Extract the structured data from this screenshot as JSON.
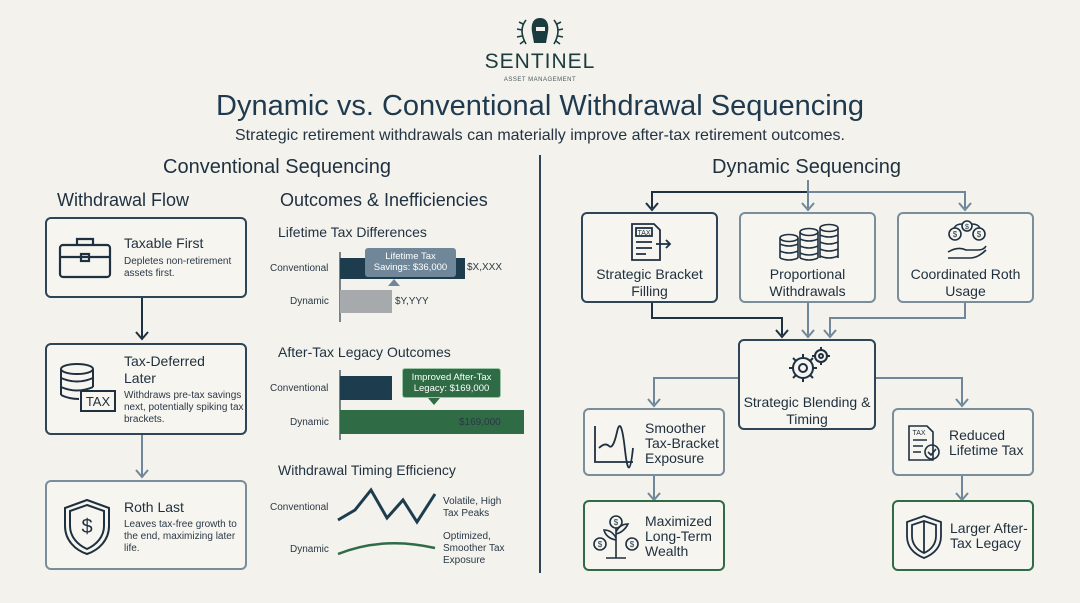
{
  "brand": {
    "name": "SENTINEL",
    "tagline": "ASSET MANAGEMENT",
    "logo_icon": "helmet-laurel-icon"
  },
  "header": {
    "title": "Dynamic vs. Conventional Withdrawal Sequencing",
    "subtitle": "Strategic retirement withdrawals can materially improve after-tax retirement outcomes."
  },
  "conventional": {
    "heading": "Conventional Sequencing",
    "flow_heading": "Withdrawal Flow",
    "steps": [
      {
        "title": "Taxable First",
        "desc": "Depletes non-retirement assets first.",
        "icon": "briefcase-icon"
      },
      {
        "title": "Tax-Deferred Later",
        "desc": "Withdraws pre-tax savings next, potentially spiking tax brackets.",
        "icon": "coin-stack-tax-icon",
        "badge": "TAX"
      },
      {
        "title": "Roth Last",
        "desc": "Leaves tax-free growth to the end, maximizing later life.",
        "icon": "shield-dollar-icon"
      }
    ],
    "outcomes_heading": "Outcomes & Inefficiencies",
    "charts": [
      {
        "title": "Lifetime Tax Differences",
        "rows": [
          {
            "label": "Conventional",
            "value_text": "$X,XXX"
          },
          {
            "label": "Dynamic",
            "value_text": "$Y,YYY"
          }
        ],
        "callout": "Lifetime Tax Savings: $36,000"
      },
      {
        "title": "After-Tax Legacy Outcomes",
        "rows": [
          {
            "label": "Conventional",
            "value_text": ""
          },
          {
            "label": "Dynamic",
            "value_text": "$169,000"
          }
        ],
        "callout": "Improved After-Tax Legacy: $169,000"
      },
      {
        "title": "Withdrawal Timing Efficiency",
        "rows": [
          {
            "label": "Conventional",
            "note": "Volatile, High Tax Peaks"
          },
          {
            "label": "Dynamic",
            "note": "Optimized, Smoother Tax Exposure"
          }
        ]
      }
    ]
  },
  "dynamic": {
    "heading": "Dynamic Sequencing",
    "strategies": [
      {
        "title": "Strategic Bracket Filling",
        "icon": "tax-document-icon"
      },
      {
        "title": "Proportional Withdrawals",
        "icon": "coin-stacks-icon"
      },
      {
        "title": "Coordinated Roth Usage",
        "icon": "hand-coins-cycle-icon"
      }
    ],
    "hub": {
      "title": "Strategic Blending & Timing",
      "icon": "gears-icon"
    },
    "results": [
      {
        "title": "Smoother Tax-Bracket Exposure",
        "icon": "line-chart-icon"
      },
      {
        "title": "Reduced Lifetime Tax",
        "icon": "tax-check-icon"
      },
      {
        "title": "Maximized Long-Term Wealth",
        "icon": "money-plant-icon"
      },
      {
        "title": "Larger After-Tax Legacy",
        "icon": "shield-icon"
      }
    ]
  },
  "colors": {
    "navy": "#1f3a4f",
    "green": "#2f6b45",
    "gray": "#a7aaad",
    "steel": "#6f8798",
    "background": "#f3f2ec"
  }
}
